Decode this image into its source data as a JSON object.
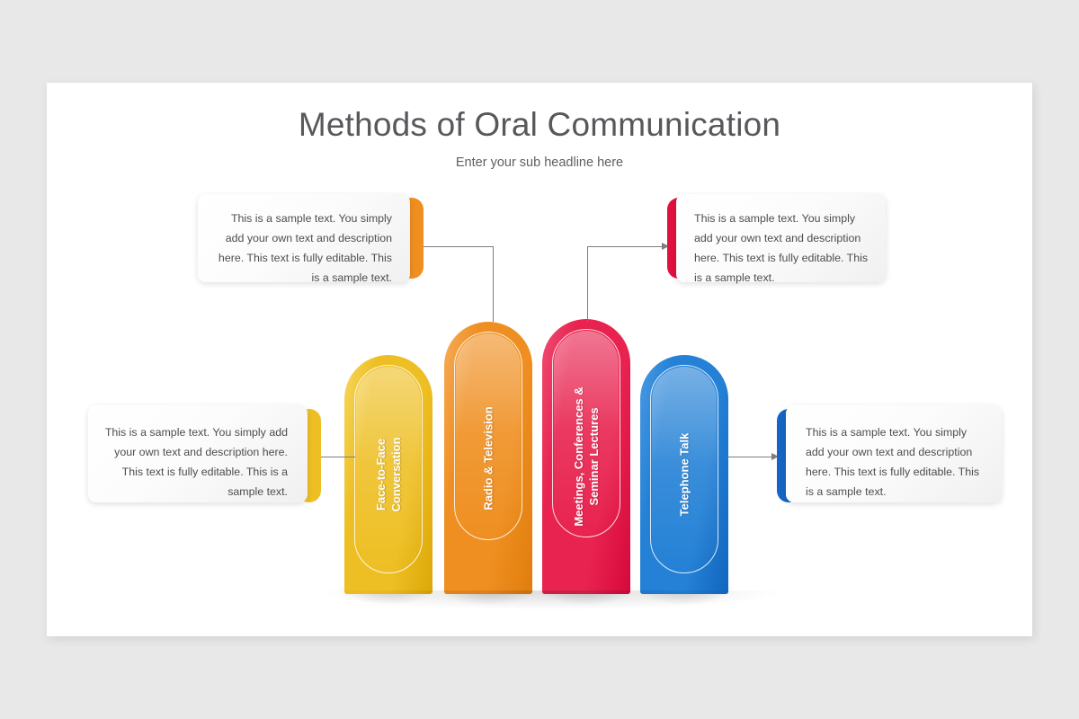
{
  "slide": {
    "title": "Methods of Oral Communication",
    "subtitle": "Enter your sub headline here",
    "background_color": "#e9e8e8",
    "surface_color": "#ffffff",
    "title_color": "#56585b",
    "connector_color": "#7d7d7d"
  },
  "pillars": [
    {
      "id": "face-to-face",
      "label": "Face-to-Face\nConversation",
      "label_line1": "Face-to-Face",
      "label_line2": "Conversation",
      "color": "#eebf24",
      "color_dark": "#dca808",
      "color_light": "#f6d75f"
    },
    {
      "id": "radio-television",
      "label": "Radio & Television",
      "label_line1": "Radio & Television",
      "label_line2": "",
      "color": "#ef8f21",
      "color_dark": "#e07d0c",
      "color_light": "#f5ae5d"
    },
    {
      "id": "meetings-conferences",
      "label": "Meetings, Conferences &\nSeminar Lectures",
      "label_line1": "Meetings, Conferences &",
      "label_line2": "Seminar Lectures",
      "color": "#e8234f",
      "color_dark": "#d6083c",
      "color_light": "#f04f73"
    },
    {
      "id": "telephone-talk",
      "label": "Telephone Talk",
      "label_line1": "Telephone Talk",
      "label_line2": "",
      "color": "#2481d6",
      "color_dark": "#1266bd",
      "color_light": "#4c9ae4"
    }
  ],
  "cards": [
    {
      "id": "card-top-left",
      "text": "This is a sample text. You simply add your own text and description here. This text is fully editable. This is a sample text.",
      "accent_color": "#ef8f21",
      "accent_side": "right",
      "align": "right",
      "links_to": "radio-television"
    },
    {
      "id": "card-top-right",
      "text": "This is a sample text. You simply add your own text and description here. This text is fully editable. This is a sample text.",
      "accent_color": "#e0113f",
      "accent_side": "left",
      "align": "left",
      "links_to": "meetings-conferences"
    },
    {
      "id": "card-bottom-left",
      "text": "This is a sample text. You simply add your own text and description here. This text is fully editable. This is a sample text.",
      "accent_color": "#eebf24",
      "accent_side": "right",
      "align": "right",
      "links_to": "face-to-face"
    },
    {
      "id": "card-bottom-right",
      "text": "This is a sample text. You simply add your own text and description here. This text is fully editable. This is a sample text.",
      "accent_color": "#1566c4",
      "accent_side": "left",
      "align": "left",
      "links_to": "telephone-talk"
    }
  ]
}
